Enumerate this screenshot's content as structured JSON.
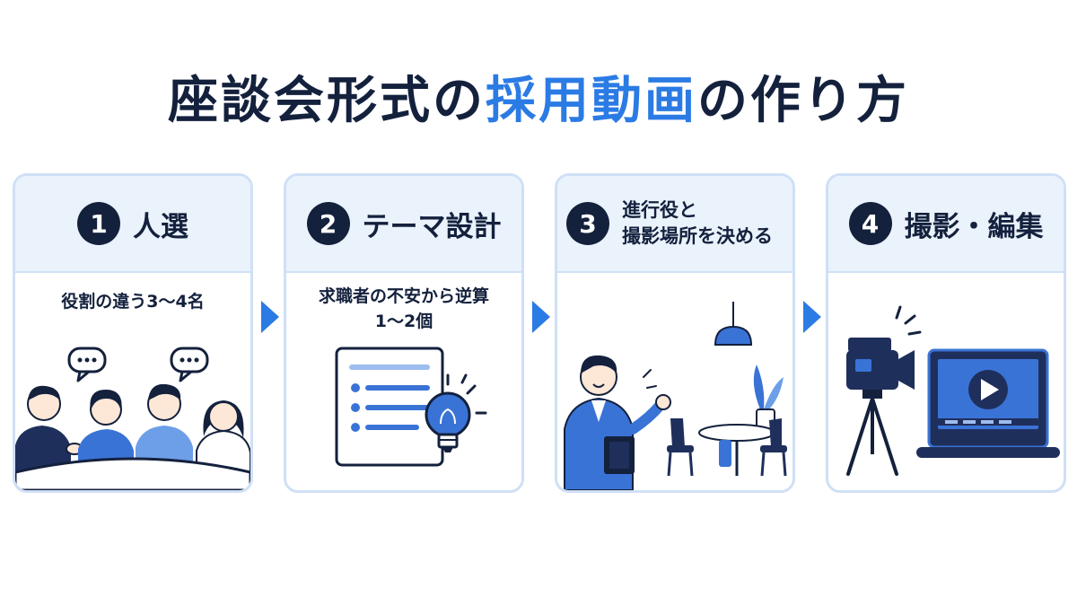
{
  "title": {
    "prefix": "座談会形式の",
    "highlight": "採用動画",
    "suffix": "の作り方"
  },
  "colors": {
    "navy": "#14213d",
    "accent": "#2b7be4",
    "card_bg": "#eaf2fc",
    "card_border": "#cfe0f6"
  },
  "steps": [
    {
      "number": "1",
      "title": "人選",
      "subtitle": "役割の違う3〜4名",
      "icon": "people-talking-icon"
    },
    {
      "number": "2",
      "title": "テーマ設計",
      "subtitle_line1": "求職者の不安から逆算",
      "subtitle_line2": "1〜2個",
      "icon": "checklist-lightbulb-icon"
    },
    {
      "number": "3",
      "title_line1": "進行役と",
      "title_line2": "撮影場所を決める",
      "icon": "host-meeting-room-icon"
    },
    {
      "number": "4",
      "title": "撮影・編集",
      "icon": "camera-laptop-icon"
    }
  ]
}
